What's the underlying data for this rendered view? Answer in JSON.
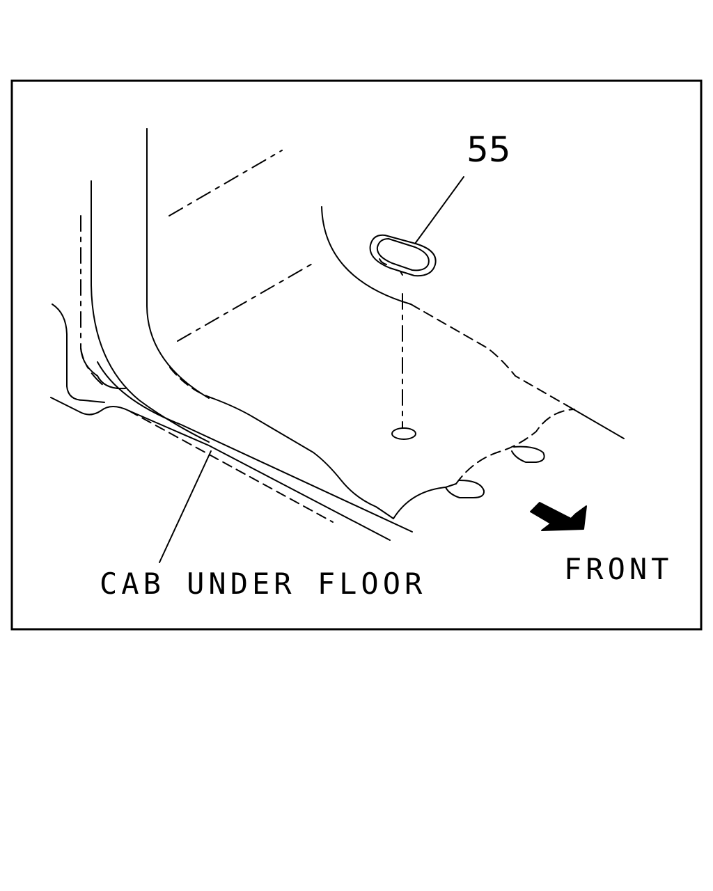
{
  "diagram": {
    "callout_number": "55",
    "part_label": "CAB UNDER FLOOR",
    "direction_label": "FRONT",
    "colors": {
      "line": "#000000",
      "background": "#ffffff"
    }
  }
}
